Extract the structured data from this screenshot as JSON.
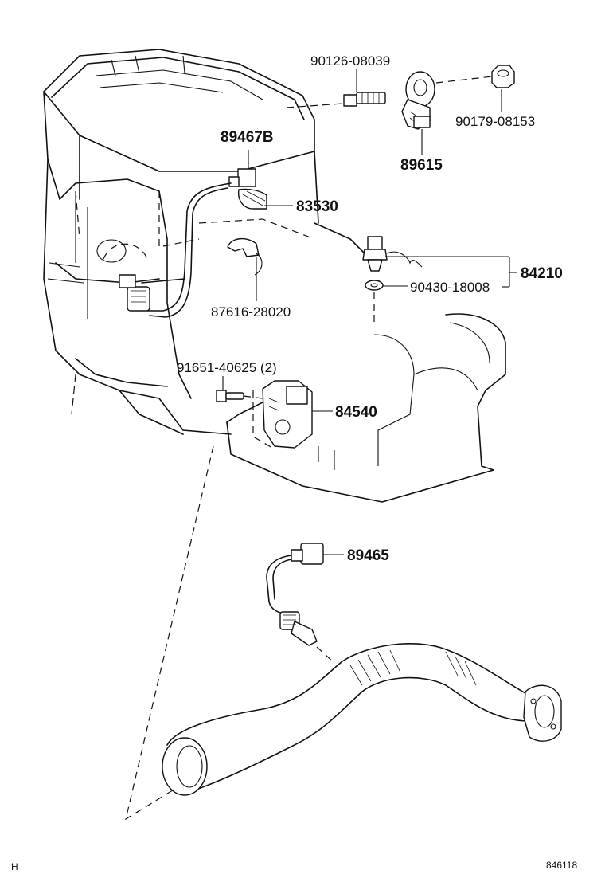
{
  "labels": {
    "p90126": "90126-08039",
    "p90179": "90179-08153",
    "p89615": "89615",
    "p89467b": "89467B",
    "p83530": "83530",
    "p84210": "84210",
    "p90430": "90430-18008",
    "p87616": "87616-28020",
    "p91651": "91651-40625 (2)",
    "p84540": "84540",
    "p89465": "89465"
  },
  "footer": {
    "left": "H",
    "right": "846118"
  }
}
